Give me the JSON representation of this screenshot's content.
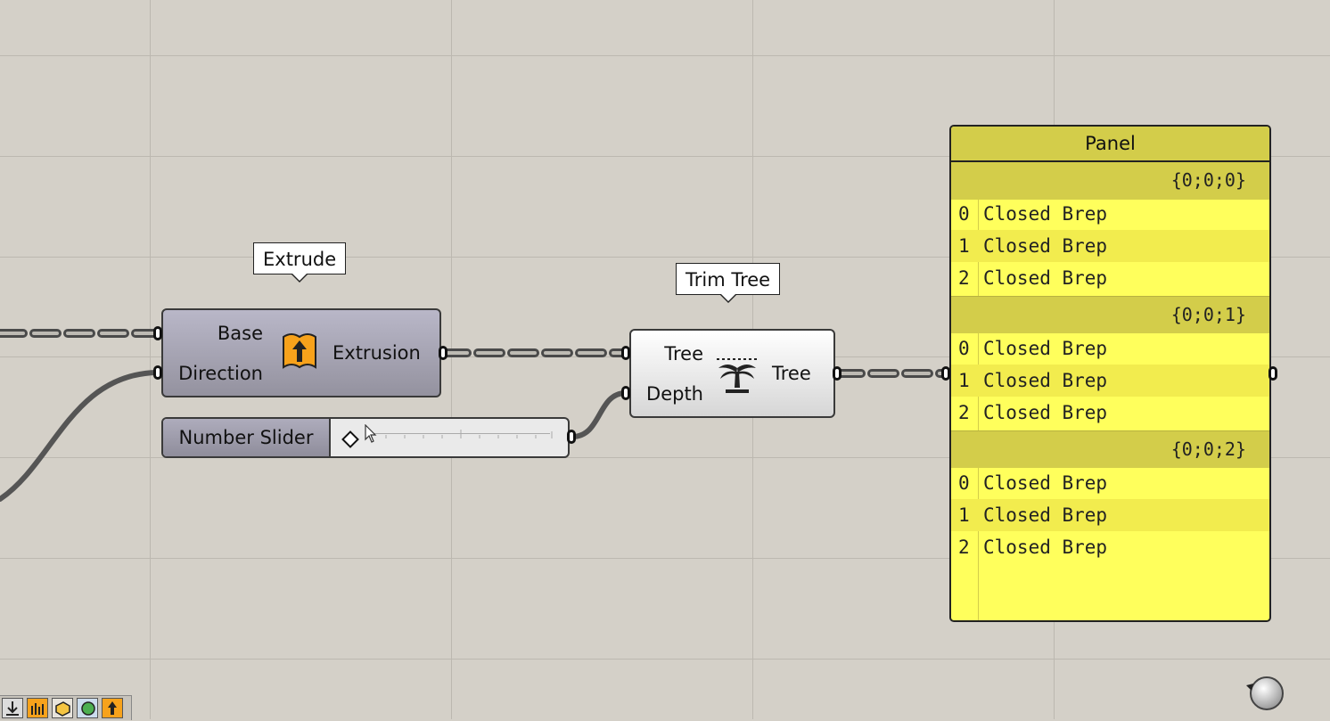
{
  "canvas": {
    "background": "#d4d0c8",
    "grid_color": "#bcb8b0"
  },
  "tooltips": {
    "extrude": "Extrude",
    "trim_tree": "Trim Tree"
  },
  "extrude": {
    "inputs": [
      "Base",
      "Direction"
    ],
    "output": "Extrusion",
    "icon": "extrude-arrow-icon"
  },
  "trim_tree": {
    "inputs": [
      "Tree",
      "Depth"
    ],
    "output": "Tree",
    "icon": "palm-tree-icon"
  },
  "slider": {
    "label": "Number Slider"
  },
  "panel": {
    "title": "Panel",
    "branches": [
      {
        "path": "{0;0;0}",
        "items": [
          {
            "index": "0",
            "value": "Closed Brep"
          },
          {
            "index": "1",
            "value": "Closed Brep"
          },
          {
            "index": "2",
            "value": "Closed Brep"
          }
        ]
      },
      {
        "path": "{0;0;1}",
        "items": [
          {
            "index": "0",
            "value": "Closed Brep"
          },
          {
            "index": "1",
            "value": "Closed Brep"
          },
          {
            "index": "2",
            "value": "Closed Brep"
          }
        ]
      },
      {
        "path": "{0;0;2}",
        "items": [
          {
            "index": "0",
            "value": "Closed Brep"
          },
          {
            "index": "1",
            "value": "Closed Brep"
          },
          {
            "index": "2",
            "value": "Closed Brep"
          }
        ]
      }
    ],
    "colors": {
      "body": "#ffff5c",
      "header": "#d3cd4a"
    }
  },
  "toolbar": {
    "icons": [
      "download-icon",
      "bars-icon",
      "brep-icon",
      "sphere-icon",
      "extrude-icon"
    ]
  },
  "navigator": {
    "icon": "navigation-compass-icon"
  }
}
